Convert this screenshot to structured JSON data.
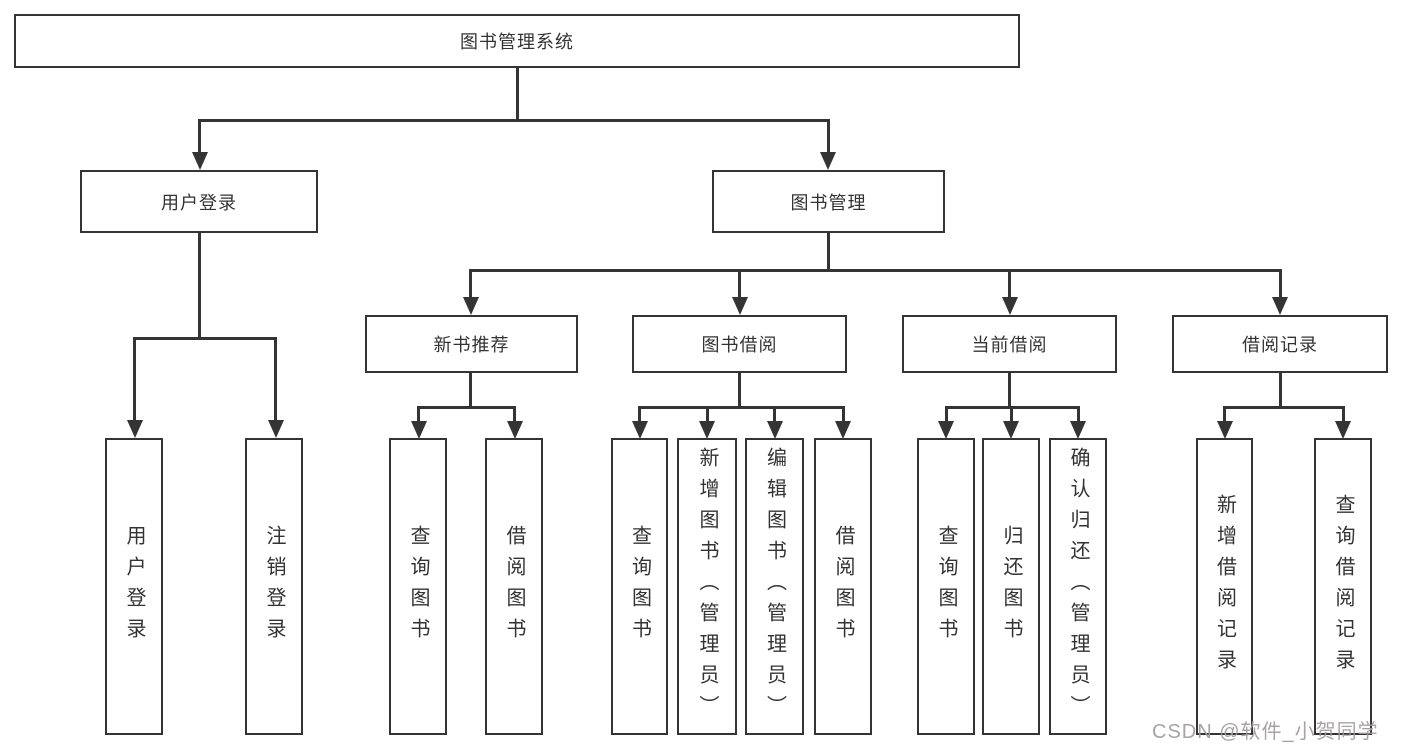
{
  "tree": {
    "label": "图书管理系统",
    "children": [
      {
        "label": "用户登录",
        "children": [
          {
            "label": "用户登录"
          },
          {
            "label": "注销登录"
          }
        ]
      },
      {
        "label": "图书管理",
        "children": [
          {
            "label": "新书推荐",
            "children": [
              {
                "label": "查询图书"
              },
              {
                "label": "借阅图书"
              }
            ]
          },
          {
            "label": "图书借阅",
            "children": [
              {
                "label": "查询图书"
              },
              {
                "label": "新增图书（管理员）"
              },
              {
                "label": "编辑图书（管理员）"
              },
              {
                "label": "借阅图书"
              }
            ]
          },
          {
            "label": "当前借阅",
            "children": [
              {
                "label": "查询图书"
              },
              {
                "label": "归还图书"
              },
              {
                "label": "确认归还（管理员）"
              }
            ]
          },
          {
            "label": "借阅记录",
            "children": [
              {
                "label": "新增借阅记录"
              },
              {
                "label": "查询借阅记录"
              }
            ]
          }
        ]
      }
    ]
  },
  "watermark": {
    "text": "CSDN @软件_小贺同学",
    "color": "#a09b9b"
  },
  "colors": {
    "background": "#ffffff",
    "line": "#343434",
    "box_border": "#343434",
    "text": "#333333"
  }
}
